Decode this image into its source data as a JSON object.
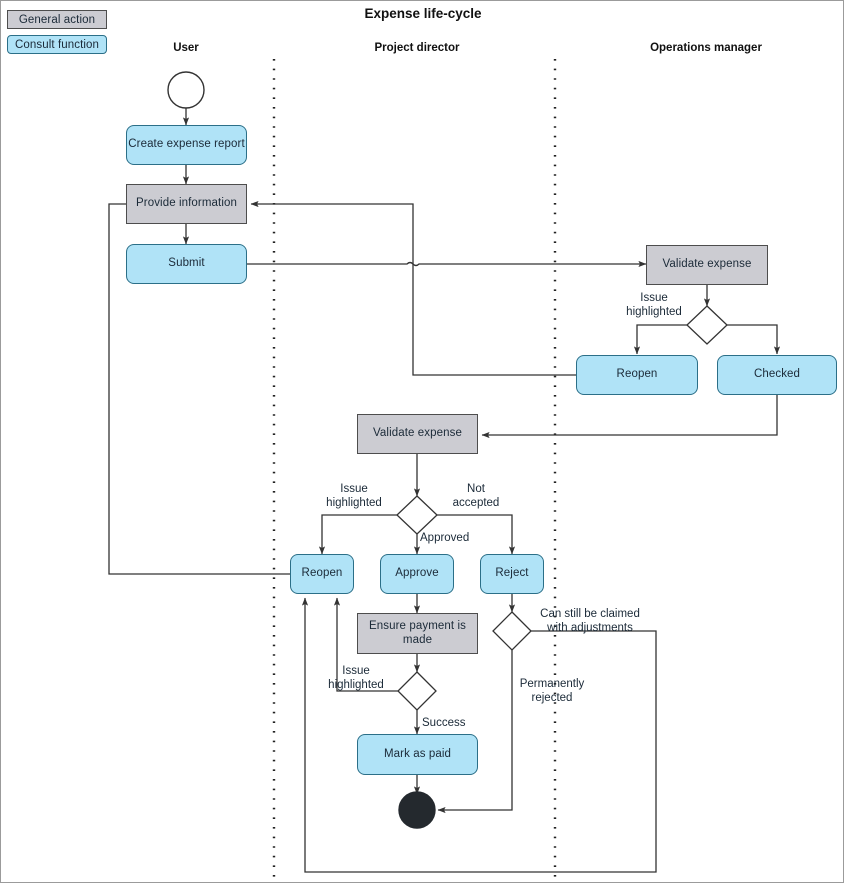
{
  "diagram": {
    "title": "Expense life-cycle",
    "legend": [
      {
        "id": "general",
        "label": "General action",
        "style": "action",
        "color": "#ccccd2"
      },
      {
        "id": "consult",
        "label": "Consult function",
        "style": "consult",
        "color": "#b0e3f7"
      }
    ],
    "lanes": [
      {
        "id": "user",
        "label": "User"
      },
      {
        "id": "project-director",
        "label": "Project director"
      },
      {
        "id": "operations-manager",
        "label": "Operations manager"
      }
    ],
    "nodes": [
      {
        "id": "start",
        "type": "start",
        "label": "",
        "lane": "user"
      },
      {
        "id": "create-expense-report",
        "type": "consult",
        "label": "Create expense report",
        "lane": "user"
      },
      {
        "id": "provide-information",
        "type": "action",
        "label": "Provide information",
        "lane": "user"
      },
      {
        "id": "submit",
        "type": "consult",
        "label": "Submit",
        "lane": "user"
      },
      {
        "id": "validate-expense-ops",
        "type": "action",
        "label": "Validate expense",
        "lane": "operations-manager"
      },
      {
        "id": "decision-ops",
        "type": "decision",
        "label": "",
        "lane": "operations-manager"
      },
      {
        "id": "reopen-ops",
        "type": "consult",
        "label": "Reopen",
        "lane": "operations-manager"
      },
      {
        "id": "checked",
        "type": "consult",
        "label": "Checked",
        "lane": "operations-manager"
      },
      {
        "id": "validate-expense-pd",
        "type": "action",
        "label": "Validate expense",
        "lane": "project-director"
      },
      {
        "id": "decision-pd",
        "type": "decision",
        "label": "",
        "lane": "project-director"
      },
      {
        "id": "reopen-pd",
        "type": "consult",
        "label": "Reopen",
        "lane": "project-director"
      },
      {
        "id": "approve",
        "type": "consult",
        "label": "Approve",
        "lane": "project-director"
      },
      {
        "id": "reject",
        "type": "consult",
        "label": "Reject",
        "lane": "project-director"
      },
      {
        "id": "ensure-payment-is-made",
        "type": "action",
        "label": "Ensure payment is made",
        "lane": "project-director"
      },
      {
        "id": "decision-payment",
        "type": "decision",
        "label": "",
        "lane": "project-director"
      },
      {
        "id": "decision-reject",
        "type": "decision",
        "label": "",
        "lane": "project-director"
      },
      {
        "id": "mark-as-paid",
        "type": "consult",
        "label": "Mark as paid",
        "lane": "project-director"
      },
      {
        "id": "end",
        "type": "end",
        "label": "",
        "lane": "project-director"
      }
    ],
    "edge_labels": [
      {
        "id": "issue-highlighted-ops",
        "text": "Issue\nhighlighted"
      },
      {
        "id": "issue-highlighted-pd",
        "text": "Issue\nhighlighted"
      },
      {
        "id": "not-accepted",
        "text": "Not\naccepted"
      },
      {
        "id": "approved",
        "text": "Approved"
      },
      {
        "id": "issue-highlighted-payment",
        "text": "Issue\nhighlighted"
      },
      {
        "id": "success",
        "text": "Success"
      },
      {
        "id": "can-still-be-claimed",
        "text": "Can still be claimed\nwith adjustments"
      },
      {
        "id": "permanently-rejected",
        "text": "Permanently\nrejected"
      }
    ],
    "colors": {
      "action_fill": "#ccccd2",
      "action_stroke": "#4d4d4d",
      "consult_fill": "#b0e3f7",
      "consult_stroke": "#2b6f88",
      "line": "#333333",
      "end_node": "#24292e",
      "lane_divider": "#222222",
      "frame": "#9b9b9b"
    }
  }
}
